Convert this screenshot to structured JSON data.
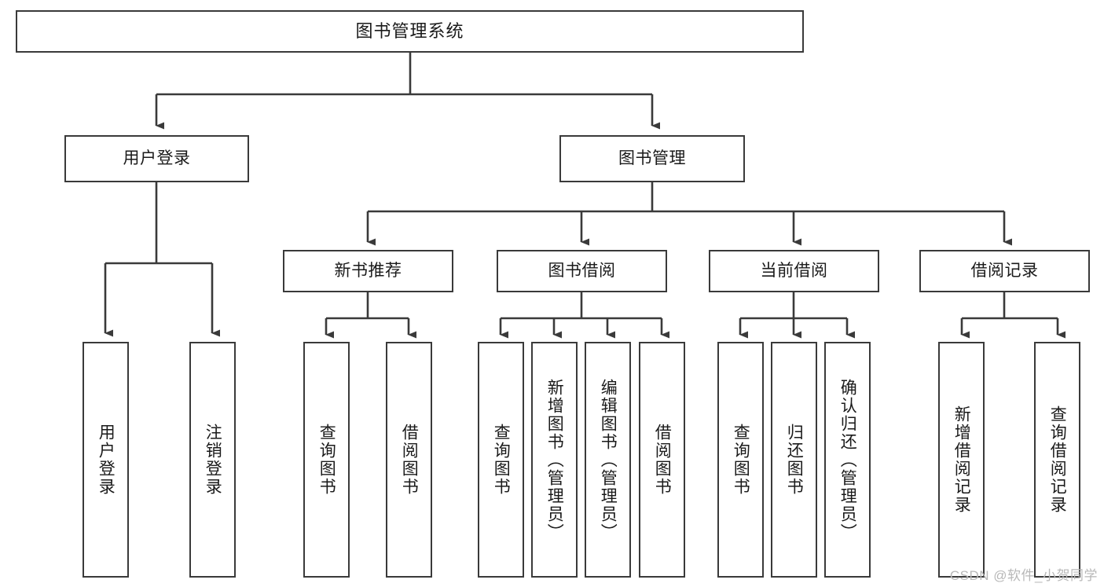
{
  "diagram": {
    "title": "图书管理系统",
    "type": "tree-hierarchy",
    "style": {
      "box_border_color": "#3a3a3a",
      "box_fill": "#ffffff",
      "line_color": "#3a3a3a",
      "text_color": "#1a1a1a",
      "background": "#ffffff"
    }
  },
  "root": {
    "label": "图书管理系统"
  },
  "level2": [
    {
      "label": "用户登录"
    },
    {
      "label": "图书管理"
    }
  ],
  "level3": [
    {
      "label": "新书推荐"
    },
    {
      "label": "图书借阅"
    },
    {
      "label": "当前借阅"
    },
    {
      "label": "借阅记录"
    }
  ],
  "leaves": {
    "user_login": [
      {
        "label": "用户登录"
      },
      {
        "label": "注销登录"
      }
    ],
    "new_book_recommend": [
      {
        "label": "查询图书"
      },
      {
        "label": "借阅图书"
      }
    ],
    "book_borrow": [
      {
        "label": "查询图书"
      },
      {
        "label": "新增图书（管理员）"
      },
      {
        "label": "编辑图书（管理员）"
      },
      {
        "label": "借阅图书"
      }
    ],
    "current_borrow": [
      {
        "label": "查询图书"
      },
      {
        "label": "归还图书"
      },
      {
        "label": "确认归还（管理员）"
      }
    ],
    "borrow_record": [
      {
        "label": "新增借阅记录"
      },
      {
        "label": "查询借阅记录"
      }
    ]
  },
  "watermark": {
    "text": "CSDN @软件_小贺同学"
  }
}
